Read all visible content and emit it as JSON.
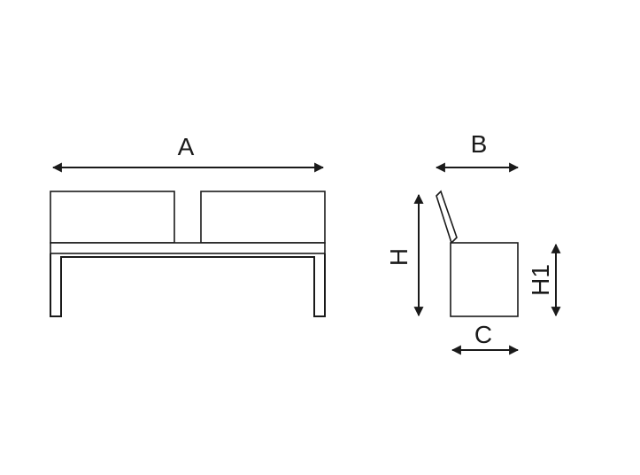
{
  "diagram": {
    "front_view": {
      "width_label": "A"
    },
    "side_view": {
      "depth_label": "B",
      "height_label": "H",
      "seat_height_label": "H1",
      "seat_depth_label": "C"
    }
  }
}
